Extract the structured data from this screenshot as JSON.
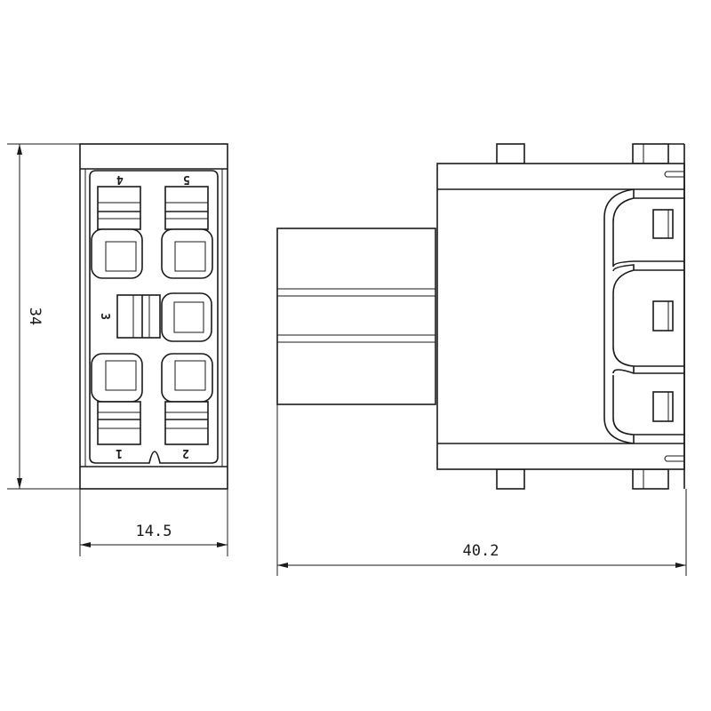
{
  "dimensions": {
    "height": "34",
    "width": "14.5",
    "length": "40.2"
  },
  "pins": [
    "1",
    "2",
    "3",
    "4",
    "5"
  ],
  "colors": {
    "line": "#1a1a1a",
    "background": "#ffffff"
  }
}
